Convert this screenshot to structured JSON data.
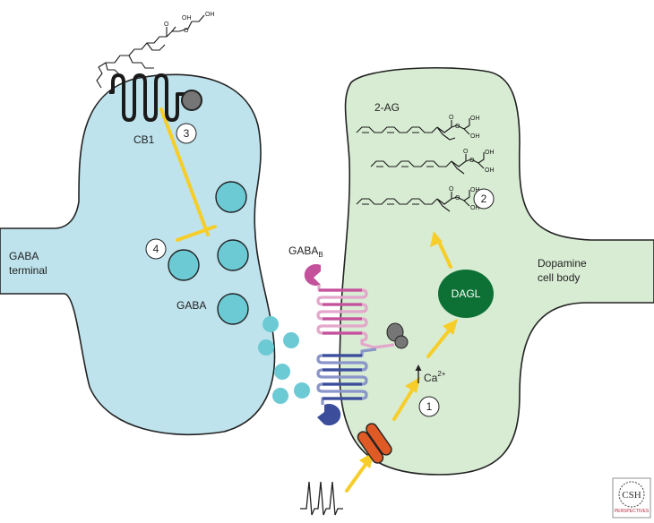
{
  "labels": {
    "gaba_terminal": [
      "GABA",
      "terminal"
    ],
    "gaba": "GABA",
    "cb1": "CB1",
    "two_ag": "2-AG",
    "gabab_main": "GABA",
    "gabab_sub": "B",
    "dagl": "DAGL",
    "dopamine_cell": [
      "Dopamine",
      "cell body"
    ],
    "ca_main": "Ca",
    "ca_sup": "2+"
  },
  "steps": [
    "1",
    "2",
    "3",
    "4"
  ],
  "chem": {
    "o": "O",
    "oh": "OH"
  },
  "logo": {
    "main": "CSH",
    "sub": "PERSPECTIVES"
  },
  "colors": {
    "terminal_fill": "#bee3ed",
    "cell_fill": "#d8ecd3",
    "vesicle": "#6ccad4",
    "arrow": "#f7cd2a",
    "dagl": "#0d7135",
    "cb1_receptor": "#1a1a1a",
    "gabab_magenta": "#c4519b",
    "gabab_pink": "#e3a7cb",
    "gabab_blue": "#3b4d9b",
    "gabab_lightblue": "#8a95c9",
    "g_protein": "#767676",
    "channel": "#e05a26"
  }
}
